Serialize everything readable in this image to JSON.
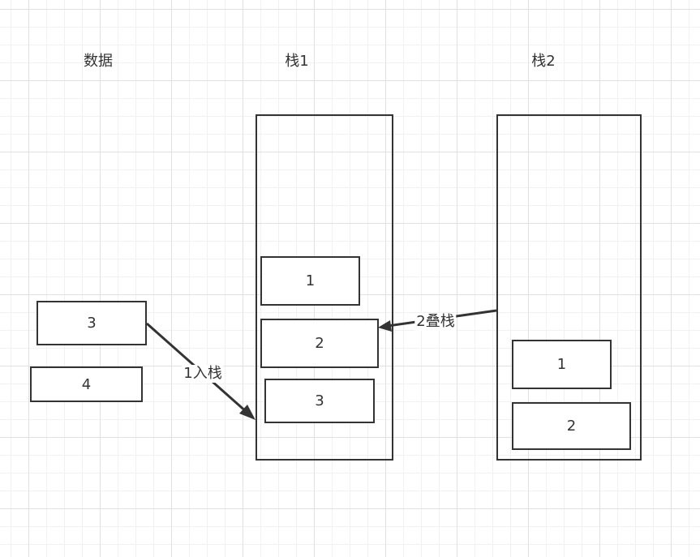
{
  "columns": {
    "data_title": "数据",
    "stack1_title": "栈1",
    "stack2_title": "栈2"
  },
  "data_items": [
    "3",
    "4"
  ],
  "stack1_items": [
    "1",
    "2",
    "3"
  ],
  "stack2_items": [
    "1",
    "2"
  ],
  "edges": {
    "push_label": "1入栈",
    "stack_label": "2叠栈"
  },
  "colors": {
    "stroke": "#333333",
    "grid": "#e1e1e1",
    "background": "#ffffff"
  }
}
